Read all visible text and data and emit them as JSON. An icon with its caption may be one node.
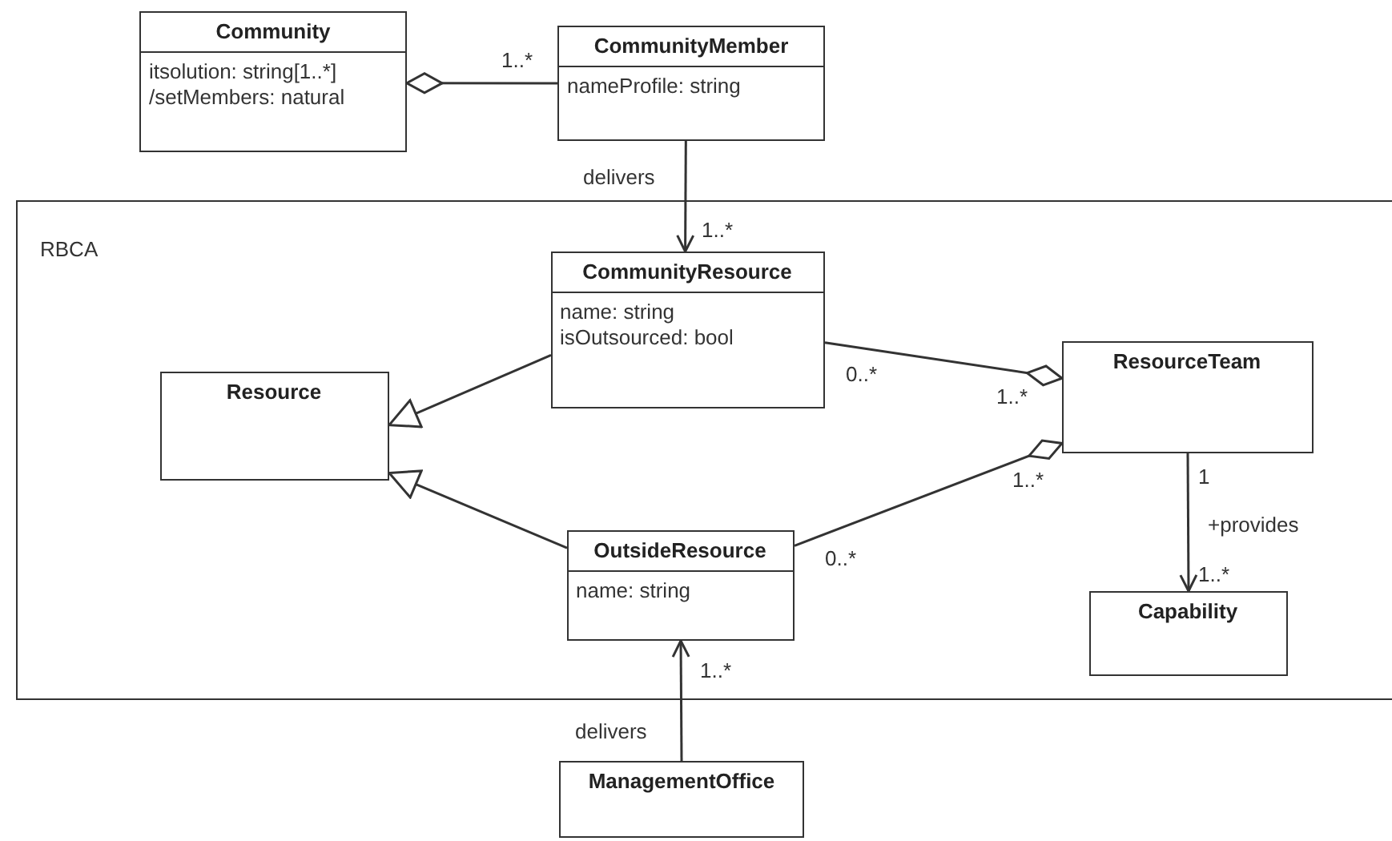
{
  "diagram": {
    "nodes": [
      {
        "text": [
          "Community",
          "itsolution: string[1..*]",
          "/setMembers: natural"
        ]
      },
      {
        "text": [
          "CommunityMember",
          "nameProfile: string"
        ]
      },
      {
        "text": [
          "RBCA"
        ]
      },
      {
        "text": [
          "CommunityResource",
          "name: string",
          "isOutsourced: bool"
        ],
        "in": 2
      },
      {
        "text": [
          "Resource"
        ],
        "in": 2
      },
      {
        "text": [
          "ResourceTeam"
        ],
        "in": 2
      },
      {
        "text": [
          "OutsideResource",
          "name: string"
        ],
        "in": 2
      },
      {
        "text": [
          "Capability"
        ],
        "in": 2
      },
      {
        "text": [
          "ManagementOffice"
        ]
      }
    ],
    "edges": [
      {
        "from": 1,
        "to": 0,
        "arrow": "other"
      },
      {
        "from": 1,
        "to": 3,
        "arrow": "to",
        "label": "delivers"
      },
      {
        "from": 3,
        "to": 4,
        "arrow": "to"
      },
      {
        "from": 6,
        "to": 4,
        "arrow": "to"
      },
      {
        "from": 3,
        "to": 5,
        "arrow": "other"
      },
      {
        "from": 6,
        "to": 5,
        "arrow": "other"
      },
      {
        "from": 5,
        "to": 7,
        "arrow": "to",
        "label": "+provides"
      },
      {
        "from": 8,
        "to": 6,
        "arrow": "to",
        "label": "delivers"
      }
    ],
    "labels": [
      "1..*",
      "1..*",
      "0..*",
      "1..*",
      "1..*",
      "1",
      "0..*",
      "1..*",
      "1..*"
    ]
  }
}
